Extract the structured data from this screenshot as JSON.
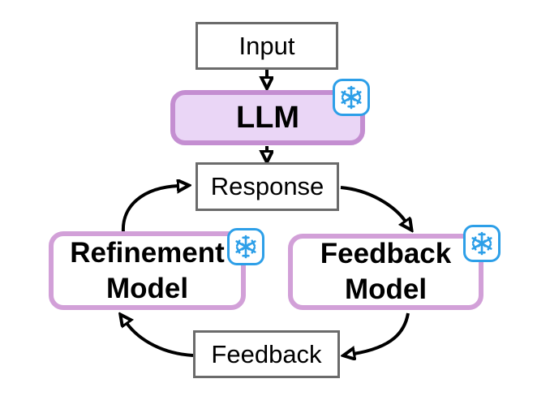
{
  "diagram": {
    "nodes": {
      "input": {
        "label": "Input"
      },
      "llm": {
        "label": "LLM"
      },
      "response": {
        "label": "Response"
      },
      "refinement_model": {
        "line1": "Refinement",
        "line2": "Model"
      },
      "feedback_model": {
        "line1": "Feedback",
        "line2": "Model"
      },
      "feedback": {
        "label": "Feedback"
      }
    },
    "edges": [
      {
        "from": "input",
        "to": "llm"
      },
      {
        "from": "llm",
        "to": "response"
      },
      {
        "from": "response",
        "to": "feedback_model"
      },
      {
        "from": "feedback_model",
        "to": "feedback"
      },
      {
        "from": "feedback",
        "to": "refinement_model"
      },
      {
        "from": "refinement_model",
        "to": "response"
      }
    ],
    "frozen_nodes": [
      "llm",
      "refinement_model",
      "feedback_model"
    ],
    "frozen_icon": "snowflake-icon"
  },
  "colors": {
    "background": "#ffffff",
    "text": "#000000",
    "arrow": "#000000",
    "plain_border": "#6b6b6b",
    "llm_border": "#c48ed1",
    "llm_fill": "#ead6f6",
    "model_border": "#d2a0d8",
    "model_fill": "#ffffff",
    "snowflake_blue": "#2d9fe8",
    "snowflake_bg": "#ffffff"
  }
}
